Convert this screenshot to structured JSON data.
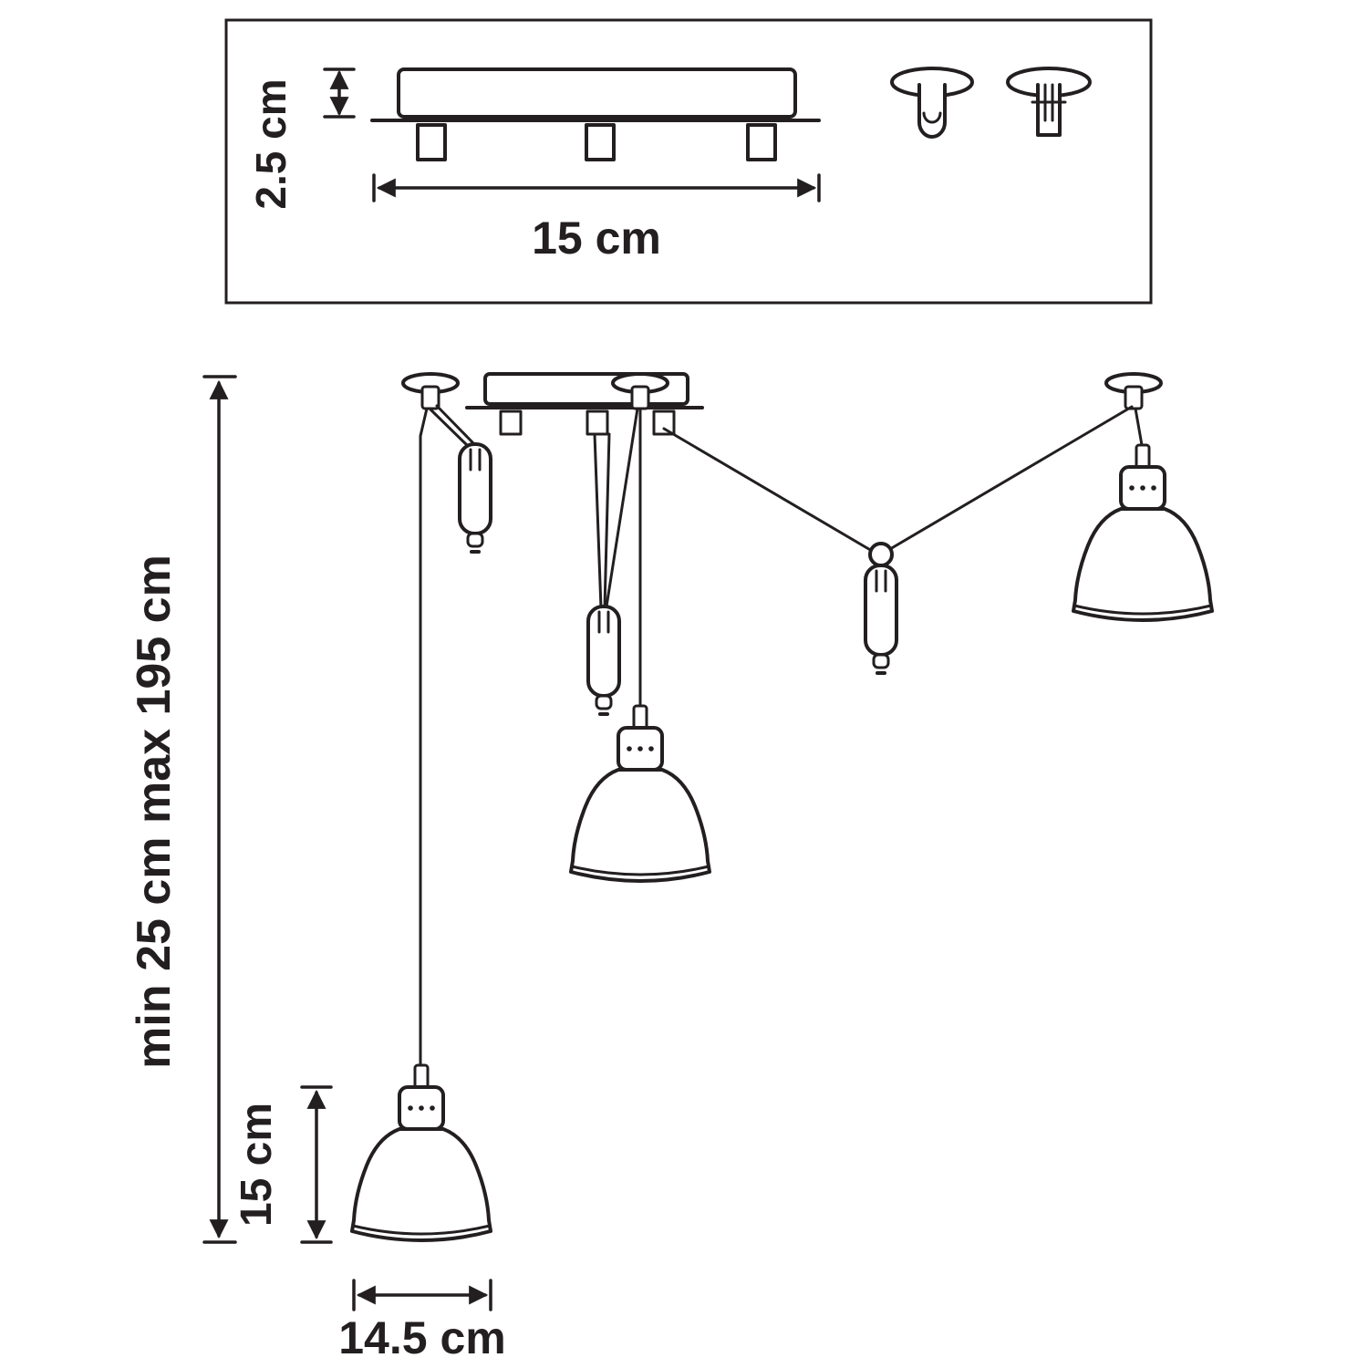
{
  "diagram": {
    "background": "#ffffff",
    "line_color": "#231f20",
    "top_panel": {
      "plate_thickness_label": "2.5 cm",
      "plate_length_label": "15 cm"
    },
    "main_view": {
      "drop_range_label": "min 25 cm max 195 cm",
      "shade_height_label": "15 cm",
      "shade_width_label": "14.5 cm"
    }
  }
}
